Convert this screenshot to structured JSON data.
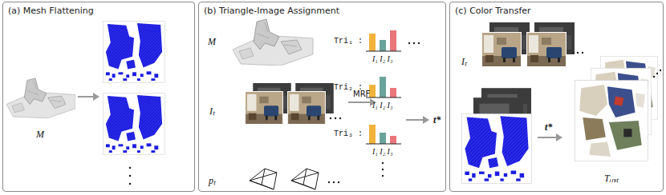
{
  "diagram": {
    "nodes": [
      {
        "text": [
          "(a) Mesh Flattening"
        ]
      },
      {
        "text": [
          "(b) Triangle-Image Assignment"
        ]
      },
      {
        "text": [
          "(c) Color Transfer"
        ]
      }
    ],
    "labels": [
      "M",
      "M",
      "Iₜ",
      "pₜ",
      "MRF",
      "Tri₁ :",
      "I₁ I₂ I₃",
      "Tri₂ :",
      "I₁ I₂ I₃",
      "Tri₃ :",
      "I₁ I₂ I₃",
      "t*",
      "Iₜ",
      "t*",
      "Tᵢₙᵢₜ"
    ]
  }
}
